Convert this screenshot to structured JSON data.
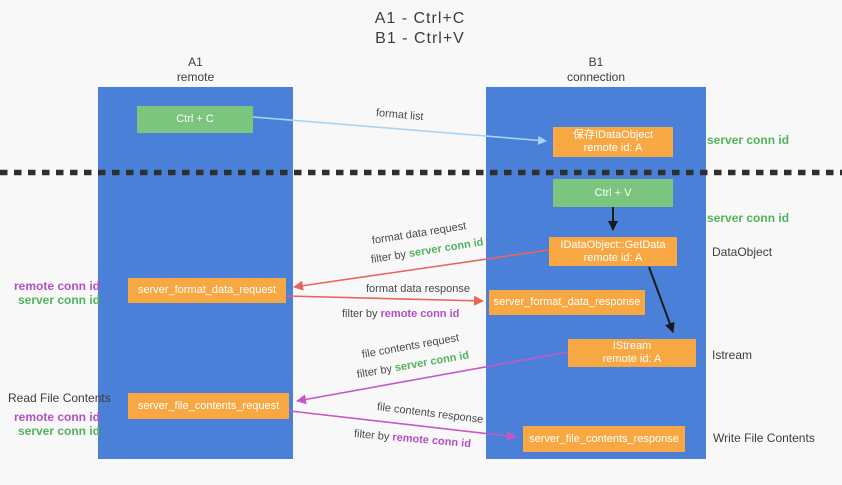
{
  "title": {
    "line1": "A1 - Ctrl+C",
    "line2": "B1 - Ctrl+V"
  },
  "lifelines": {
    "a": {
      "id": "A1",
      "role": "remote"
    },
    "b": {
      "id": "B1",
      "role": "connection"
    }
  },
  "boxes": {
    "ctrl_c": {
      "label": "Ctrl + C"
    },
    "save_idataobject": {
      "line1": "保存IDataObject",
      "line2": "remote id: A"
    },
    "ctrl_v": {
      "label": "Ctrl + V"
    },
    "idataobject_getdata": {
      "line1": "IDataObject::GetData",
      "line2": "remote id: A"
    },
    "server_format_data_request": {
      "label": "server_format_data_request"
    },
    "server_format_data_response": {
      "label": "server_format_data_response"
    },
    "istream": {
      "line1": "IStream",
      "line2": "remote id: A"
    },
    "server_file_contents_request": {
      "label": "server_file_contents_request"
    },
    "server_file_contents_response": {
      "label": "server_file_contents_response"
    }
  },
  "terms": {
    "server_conn_id": "server conn id",
    "remote_conn_id": "remote conn id",
    "filter_by": "filter by "
  },
  "flow_labels": {
    "format_list": "format list",
    "format_data_request": "format data request",
    "format_data_response": "format data response",
    "file_contents_request": "file contents request",
    "file_contents_response": "file contents response"
  },
  "side_labels": {
    "dataobject": "DataObject",
    "istream": "Istream",
    "read_file_contents": "Read File Contents",
    "write_file_contents": "Write File Contents"
  },
  "colors": {
    "column_blue": "#4a80d8",
    "box_green": "#7cc57e",
    "box_orange": "#f7a843",
    "term_green": "#52b35b",
    "term_purple": "#b44ec6",
    "arrow_lightblue": "#a9d3f3",
    "arrow_red": "#e8645c",
    "arrow_magenta": "#c558c5",
    "arrow_black": "#1a1a1a",
    "cut_line": "#2f2f2f"
  }
}
